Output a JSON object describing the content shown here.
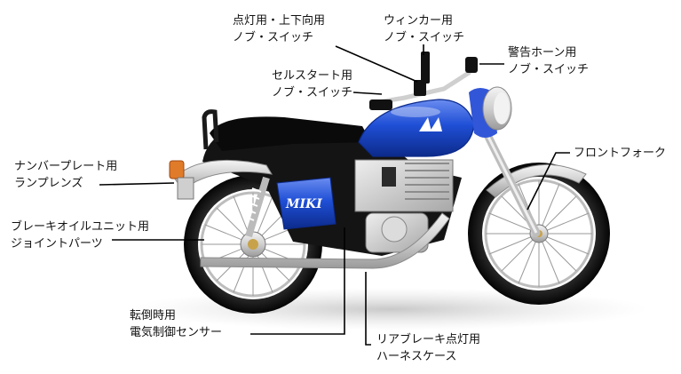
{
  "brand": "MIKI",
  "callouts": {
    "headlight_switch": {
      "line1": "点灯用・上下向用",
      "line2": "ノブ・スイッチ"
    },
    "winker_switch": {
      "line1": "ウィンカー用",
      "line2": "ノブ・スイッチ"
    },
    "horn_switch": {
      "line1": "警告ホーン用",
      "line2": "ノブ・スイッチ"
    },
    "starter_switch": {
      "line1": "セルスタート用",
      "line2": "ノブ・スイッチ"
    },
    "number_plate_lens": {
      "line1": "ナンバープレート用",
      "line2": "ランプレンズ"
    },
    "front_fork": {
      "line1": "フロントフォーク"
    },
    "brake_oil_joint": {
      "line1": "ブレーキオイルユニット用",
      "line2": "ジョイントパーツ"
    },
    "tip_over_sensor": {
      "line1": "転倒時用",
      "line2": "電気制御センサー"
    },
    "rear_brake_harness": {
      "line1": "リアブレーキ点灯用",
      "line2": "ハーネスケース"
    }
  },
  "colors": {
    "tank_blue": "#1f4fd6",
    "frame_black": "#111111",
    "chrome": "#d9d9d9",
    "callout_line": "#000000"
  }
}
